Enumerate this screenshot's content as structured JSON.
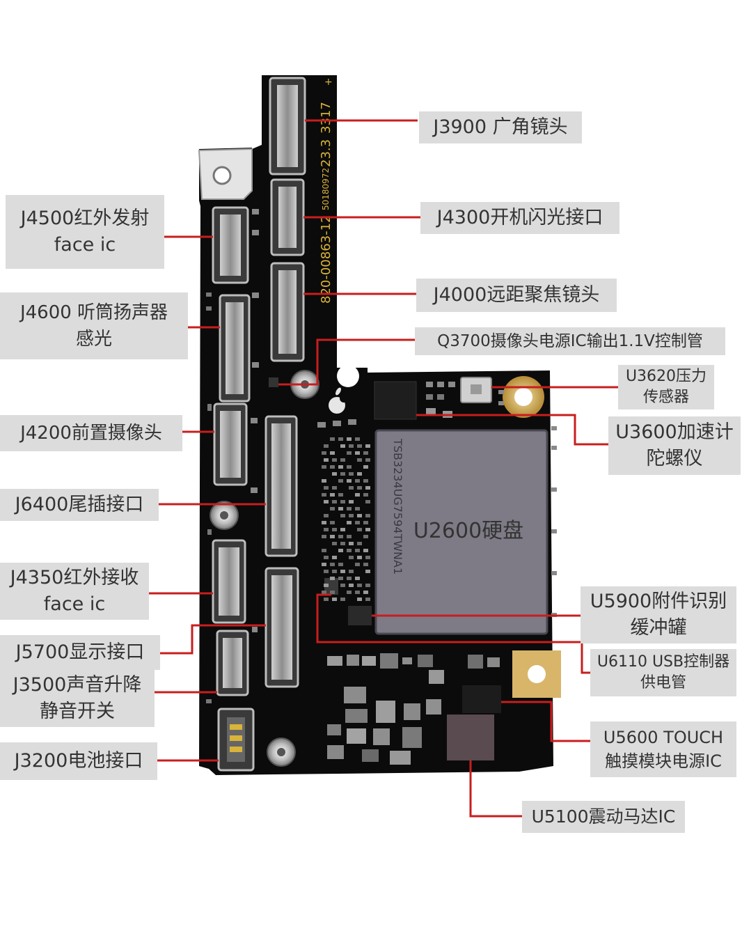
{
  "colors": {
    "board": "#0b0b0b",
    "leader": "#c81e1e",
    "label_bg": "#dcdcdc",
    "label_text": "#333333",
    "silk": "#d9b33a",
    "chip": "#7e7b86"
  },
  "board_silkscreen": {
    "part_number": "820-00863-12",
    "code_a": "50180972",
    "code_b": "23.3",
    "code_c": "3317",
    "chip_marking": "TSB3234UG7594TWNA1"
  },
  "chip_label": "U2600硬盘",
  "labels": {
    "j3900": "J3900 广角镜头",
    "j4300": "J4300开机闪光接口",
    "j4000": "J4000远距聚焦镜头",
    "q3700": "Q3700摄像头电源IC输出1.1V控制管",
    "u3620": [
      "U3620压力",
      "传感器"
    ],
    "u3600": [
      "U3600加速计",
      "陀螺仪"
    ],
    "u5900": [
      "U5900附件识别",
      "缓冲罐"
    ],
    "u6110": [
      "U6110 USB控制器",
      "供电管"
    ],
    "u5600": [
      "U5600 TOUCH",
      "触摸模块电源IC"
    ],
    "u5100": "U5100震动马达IC",
    "j4500": [
      "J4500红外发射",
      "face ic"
    ],
    "j4600": [
      "J4600 听筒扬声器",
      "感光"
    ],
    "j4200": "J4200前置摄像头",
    "j6400": "J6400尾插接口",
    "j4350": [
      "J4350红外接收",
      "face ic"
    ],
    "j5700": "J5700显示接口",
    "j3500": [
      "J3500声音升降",
      "静音开关"
    ],
    "j3200": "J3200电池接口"
  }
}
